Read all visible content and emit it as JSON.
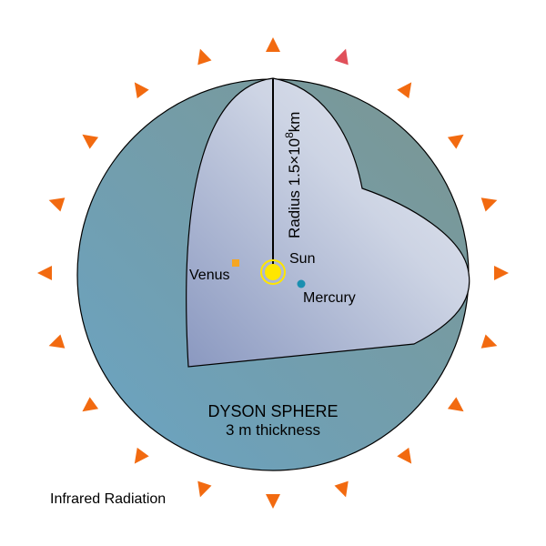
{
  "title": "DYSON SPHERE",
  "subtitle": "3 m thickness",
  "radius_label": "Radius 1.5×10",
  "radius_exp": "8",
  "radius_unit": "km",
  "sun_label": "Sun",
  "venus_label": "Venus",
  "mercury_label": "Mercury",
  "radiation_label": "Infrared Radiation",
  "colors": {
    "arrow": "#f26a10",
    "arrow_highlight": "#e0505a",
    "sun": "#ffe600",
    "venus": "#f5a623",
    "mercury": "#1a8fb0"
  },
  "arrow_count": 20,
  "highlight_arrow_index": 1
}
